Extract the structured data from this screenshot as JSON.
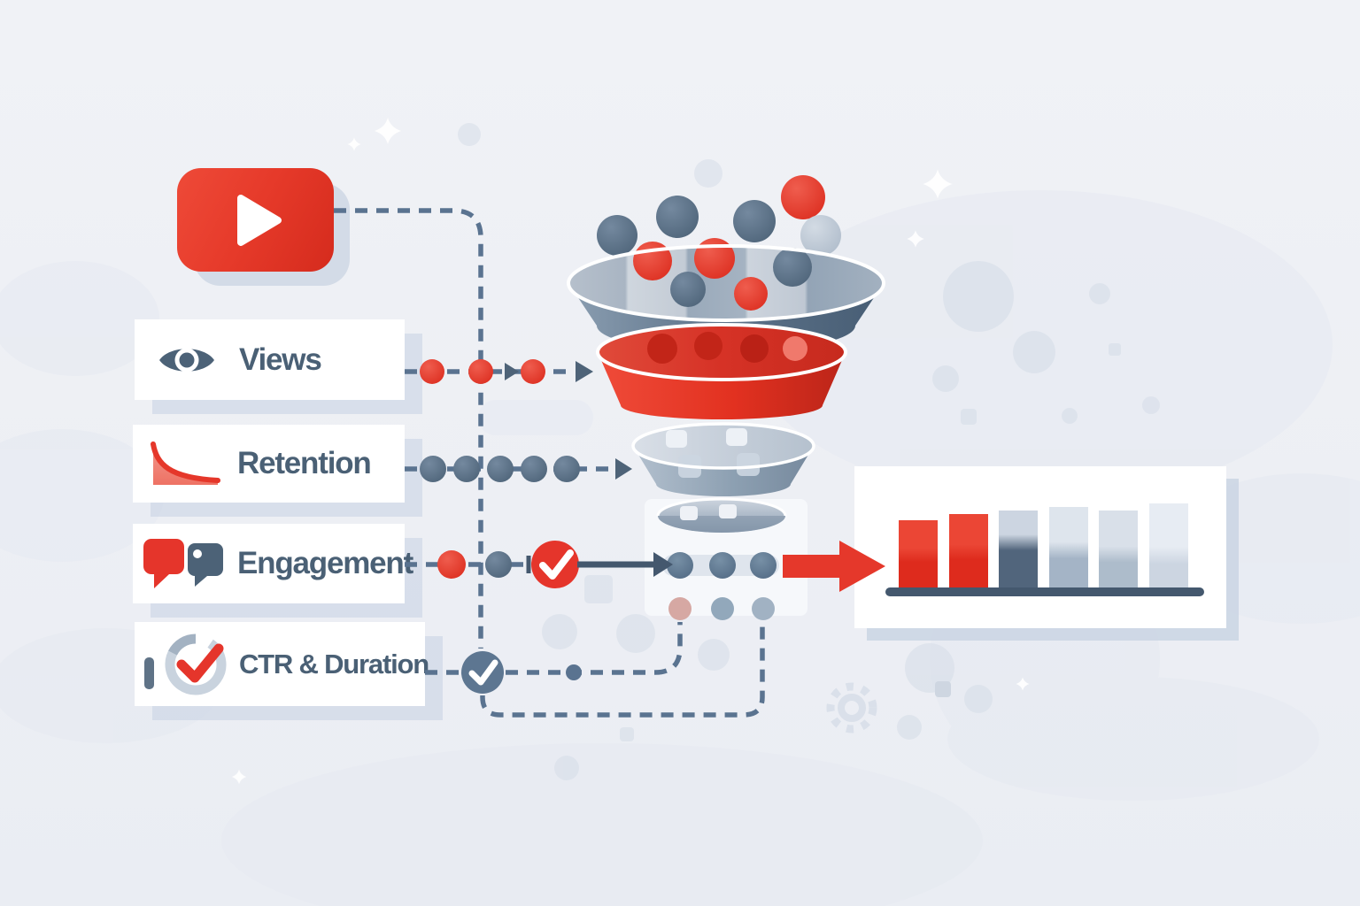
{
  "source": {
    "icon": "youtube-play-icon",
    "brand_color": "#e5352b"
  },
  "metrics": [
    {
      "id": "views",
      "label": "Views",
      "icon": "eye-icon",
      "row_dot_color": "#e5352b"
    },
    {
      "id": "retention",
      "label": "Retention",
      "icon": "retention-curve-icon",
      "row_dot_color": "#5d7590"
    },
    {
      "id": "engagement",
      "label": "Engagement",
      "icon": "chat-bubbles-icon",
      "row_dot_color": "#e5352b"
    },
    {
      "id": "ctr_duration",
      "label": "CTR & Duration",
      "icon": "checkmark-gauge-icon",
      "row_dot_color": "#5d7691"
    }
  ],
  "funnel": {
    "stages": [
      {
        "name": "intake-bowl",
        "color": "#6e8499"
      },
      {
        "name": "stage-red",
        "color": "#e5352b"
      },
      {
        "name": "stage-gray",
        "color": "#8da0b2"
      },
      {
        "name": "stage-outlet",
        "color": "#a9b8c8"
      }
    ],
    "falling_ball_colors": [
      "#5c7590",
      "#e5352b",
      "#c3cdd9"
    ],
    "output_dot_colors": [
      "#60798f",
      "#60798f",
      "#60798f"
    ],
    "secondary_dot_colors": [
      "#d6a8a3",
      "#92a8bb",
      "#a1b2c3"
    ]
  },
  "connectors": {
    "dashed_line_color": "#5a7390",
    "solid_arrow_color": "#44586e",
    "red_arrow_color": "#e5382b",
    "red_check_color": "#e5352b",
    "slate_check_color": "#5d7691"
  },
  "chart_data": {
    "type": "bar",
    "title": "",
    "categories": [
      "bar-1",
      "bar-2",
      "bar-3",
      "bar-4",
      "bar-5",
      "bar-6"
    ],
    "values": [
      79,
      86,
      90,
      94,
      90,
      98
    ],
    "unit": "relative bar height, px (no axis labels shown)",
    "baseline_color": "#44586e",
    "axes_visible": false,
    "legend": null,
    "bars": [
      {
        "value": 79,
        "color_top": "#eb4635",
        "color_bottom": "#de2b1d",
        "split": 40
      },
      {
        "value": 86,
        "color_top": "#eb4635",
        "color_bottom": "#de2b1d",
        "split": 40
      },
      {
        "value": 90,
        "color_top": "#ccd5e1",
        "color_bottom": "#51657c",
        "split": 30
      },
      {
        "value": 94,
        "color_top": "#dee5ed",
        "color_bottom": "#a4b4c6",
        "split": 42
      },
      {
        "value": 90,
        "color_top": "#d9e0e9",
        "color_bottom": "#adbccb",
        "split": 45
      },
      {
        "value": 98,
        "color_top": "#e7ecf3",
        "color_bottom": "#ccd5e1",
        "split": 50
      }
    ]
  },
  "background": {
    "base": "#edeff4",
    "decor": "#e3e8f0",
    "sparkle": "#ffffff"
  }
}
